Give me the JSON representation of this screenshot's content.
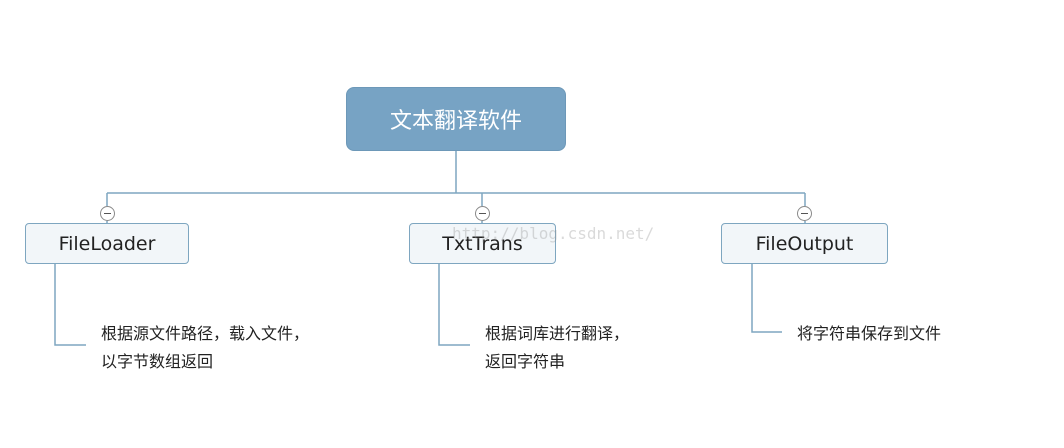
{
  "root": {
    "label": "文本翻译软件"
  },
  "children": [
    {
      "label": "FileLoader",
      "note_lines": [
        "根据源文件路径，载入文件，",
        "以字节数组返回"
      ]
    },
    {
      "label": "TxtTrans",
      "note_lines": [
        "根据词库进行翻译，",
        "返回字符串"
      ]
    },
    {
      "label": "FileOutput",
      "note_lines": [
        "将字符串保存到文件"
      ]
    }
  ],
  "watermark": "http://blog.csdn.net/",
  "colors": {
    "root_fill": "#77a3c4",
    "root_text": "#ffffff",
    "node_fill": "#f2f6f9",
    "node_border": "#7ea6c0",
    "connector": "#7ea6c0"
  }
}
